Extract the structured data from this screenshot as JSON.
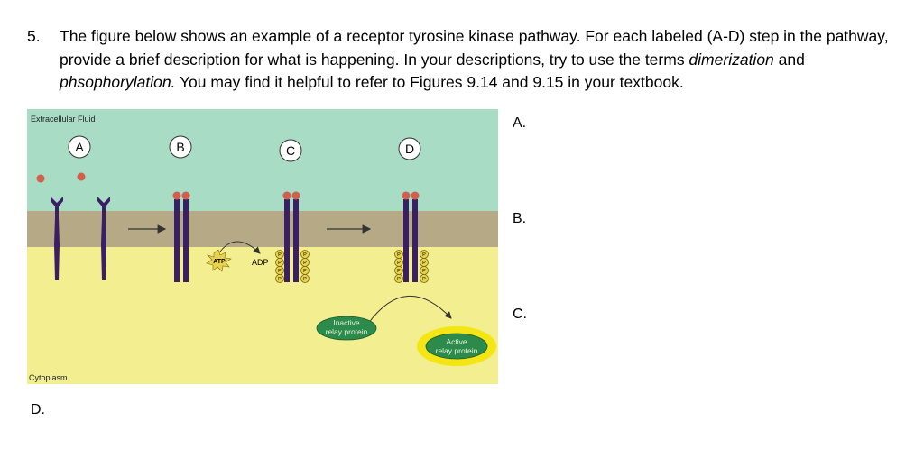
{
  "question": {
    "number": "5.",
    "text_part1": "The figure below shows an example of a receptor tyrosine kinase pathway. For each labeled (A-D) step in the pathway, provide a brief description for what is happening. In your descriptions, try to use the terms ",
    "term1": "dimerization",
    "text_part2": " and ",
    "term2": "phsophorylation.",
    "text_part3": " You may find it helpful to refer to Figures 9.14 and 9.15 in your textbook."
  },
  "figure": {
    "extracellular_label": "Extracellular Fluid",
    "cytoplasm_label": "Cytoplasm",
    "step_labels": [
      "A",
      "B",
      "C",
      "D"
    ],
    "atp_label": "ATP",
    "adp_label": "ADP",
    "phosphate_label": "P",
    "inactive_relay": [
      "Inactive",
      "relay protein"
    ],
    "active_relay": [
      "Active",
      "relay protein"
    ],
    "colors": {
      "extracellular": "#a8dcc4",
      "membrane": "#b5aa85",
      "cytoplasm": "#f3ee90",
      "receptor": "#3a1f66",
      "signal": "#d0604c",
      "phosphate": "#e8d34a",
      "relay_green": "#2c8a4a",
      "relay_glow": "#f3e614"
    }
  },
  "answers": {
    "a": "A.",
    "b": "B.",
    "c": "C.",
    "d": "D."
  }
}
